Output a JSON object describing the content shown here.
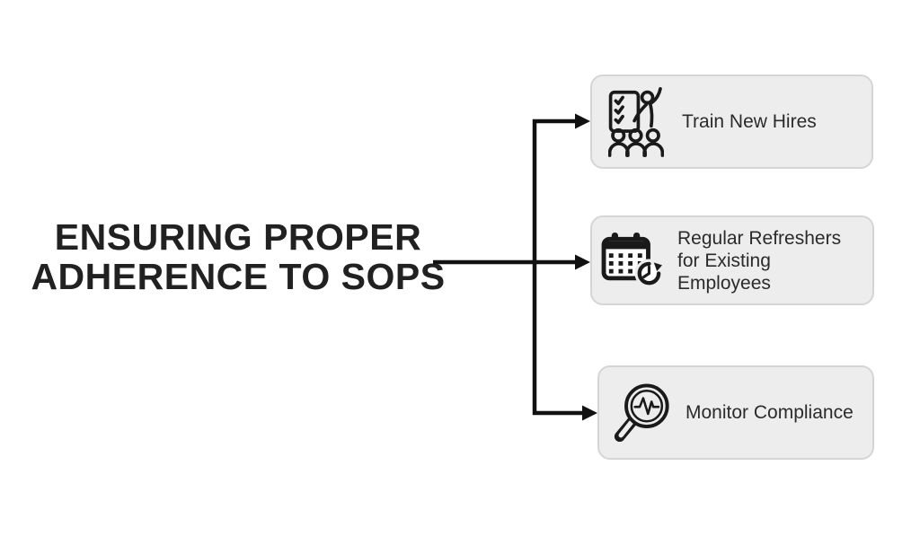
{
  "title": {
    "line1": "ENSURING PROPER",
    "line2": "ADHERENCE TO SOPS"
  },
  "nodes": [
    {
      "id": "train-new-hires",
      "label": "Train New Hires",
      "icon": "training-presentation-icon"
    },
    {
      "id": "regular-refreshers",
      "label": "Regular Refreshers for Existing Employees",
      "icon": "calendar-recurring-clock-icon"
    },
    {
      "id": "monitor-compliance",
      "label": "Monitor Compliance",
      "icon": "magnifier-pulse-icon"
    }
  ],
  "colors": {
    "background": "#ffffff",
    "box_fill": "#ededed",
    "box_border": "#d5d5d5",
    "connector": "#111111",
    "icon_stroke": "#1a1a1a",
    "title_text": "#212121",
    "label_text": "#2b2b2b"
  }
}
